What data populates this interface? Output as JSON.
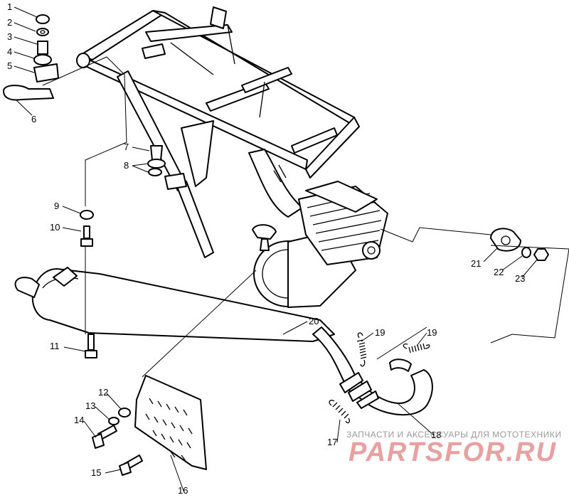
{
  "callouts": {
    "c1": "1",
    "c2": "2",
    "c3": "3",
    "c4": "4",
    "c5": "5",
    "c6": "6",
    "c7": "7",
    "c8": "8",
    "c9": "9",
    "c10": "10",
    "c11": "11",
    "c12": "12",
    "c13": "13",
    "c14": "14",
    "c15": "15",
    "c16": "16",
    "c17": "17",
    "c18": "18",
    "c19a": "19",
    "c19b": "19",
    "c20": "20",
    "c21": "21",
    "c22": "22",
    "c23": "23"
  },
  "watermark": {
    "tagline": "ЗАПЧАСТИ И АКСЕССУАРЫ ДЛЯ МОТОТЕХНИКИ",
    "brand": "PARTSFOR.RU"
  }
}
